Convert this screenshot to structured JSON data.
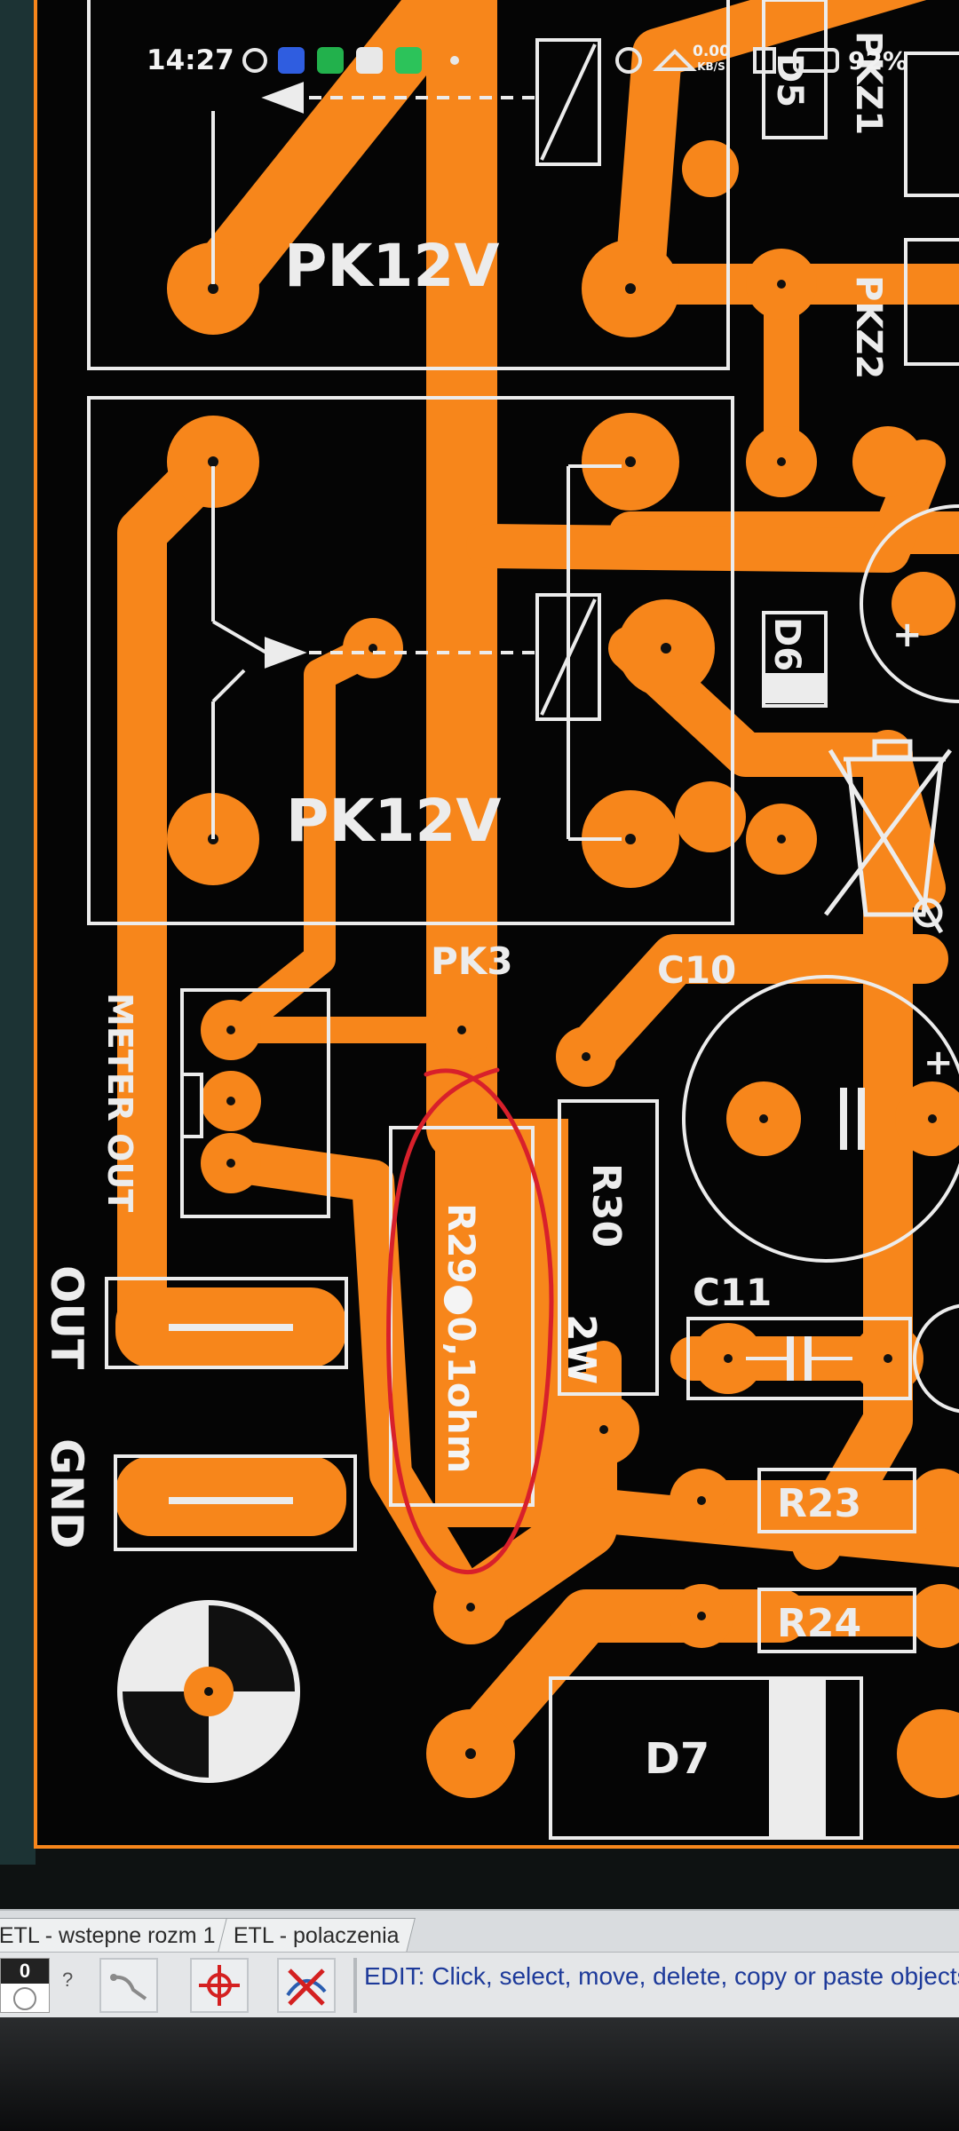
{
  "status_bar": {
    "time": "14:27",
    "net_speed_value": "0.00",
    "net_speed_unit": "KB/S",
    "battery_percent": "92%"
  },
  "pcb": {
    "labels": {
      "relay_top": "PK12V",
      "relay_bottom": "PK12V",
      "pk3": "PK3",
      "c10": "C10",
      "c11": "C11",
      "r29": "R29●0,1ohm",
      "r30": "R30",
      "r30_power": "2W",
      "r23": "R23",
      "r24": "R24",
      "d5": "D5",
      "d6": "D6",
      "d7": "D7",
      "pkz1": "PKZ1",
      "pkz2": "PKZ2",
      "meter_out": "METER OUT",
      "out": "OUT",
      "gnd": "GND"
    },
    "colors": {
      "board": "#000000",
      "copper": "#F7861B",
      "silkscreen": "#ECECEC",
      "annotation": "#D8202B"
    }
  },
  "app": {
    "tabs": [
      {
        "label": "ETL - wstepne rozm 1"
      },
      {
        "label": "ETL - polaczenia"
      }
    ],
    "layer_indicator": "0",
    "tools": [
      {
        "icon": "wire-tool-icon"
      },
      {
        "icon": "crosshair-tool-icon"
      },
      {
        "icon": "delete-connection-icon"
      }
    ],
    "edit_hint": "EDIT:  Click, select, move, delete, copy or paste objects"
  }
}
